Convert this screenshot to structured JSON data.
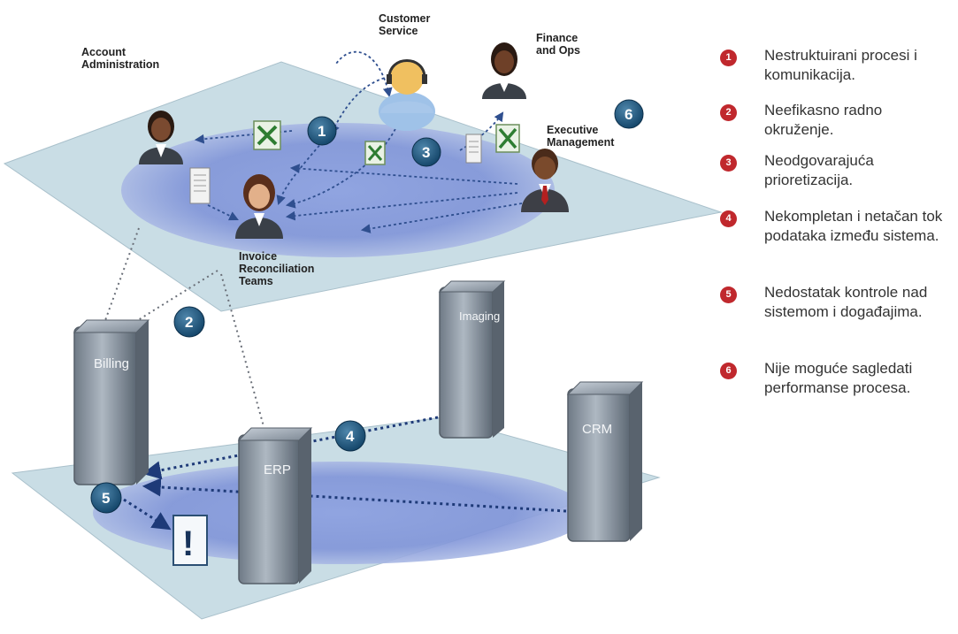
{
  "top_layer": {
    "roles": {
      "account_administration": [
        "Account",
        "Administration"
      ],
      "customer_service": [
        "Customer",
        "Service"
      ],
      "finance_ops": [
        "Finance",
        "and Ops"
      ],
      "executive_management": [
        "Executive",
        "Management"
      ],
      "invoice_teams": [
        "Invoice",
        "Reconciliation",
        "Teams"
      ]
    }
  },
  "bottom_layer": {
    "servers": {
      "billing": "Billing",
      "imaging": "Imaging",
      "crm": "CRM",
      "erp": "ERP"
    },
    "alert": "!"
  },
  "markers": [
    "1",
    "2",
    "3",
    "4",
    "5",
    "6"
  ],
  "legend": [
    {
      "num": "1",
      "text": "Nestruktuirani procesi i komunikacija."
    },
    {
      "num": "2",
      "text": "Neefikasno radno okruženje."
    },
    {
      "num": "3",
      "text": "Neodgovarajuća prioretizacija."
    },
    {
      "num": "4",
      "text": "Nekompletan i netačan tok podataka između sistema."
    },
    {
      "num": "5",
      "text": "Nedostatak kontrole nad sistemom i događajima."
    },
    {
      "num": "6",
      "text": "Nije moguće sagledati performanse procesa."
    }
  ],
  "colors": {
    "plane": "#c9dde5",
    "ellipse": "#7c90d6",
    "marker": "#15476b",
    "legend_badge": "#c0282d"
  },
  "icons": [
    "person-icon",
    "headset-icon",
    "document-icon",
    "spreadsheet-icon",
    "server-icon",
    "warning-icon"
  ]
}
